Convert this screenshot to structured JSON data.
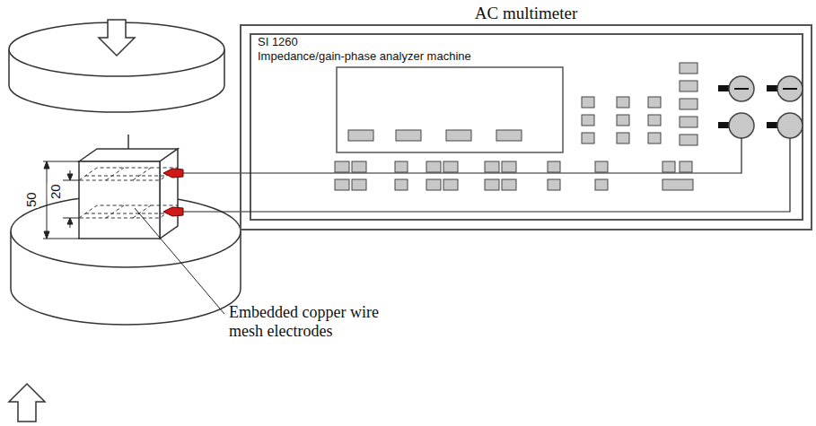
{
  "diagram": {
    "nodes": [
      {
        "text": [
          "AC multimeter",
          "SI 1260",
          "Impedance/gain-phase analyzer machine"
        ]
      }
    ],
    "labels": [
      "50",
      "20",
      "Embedded copper wire mesh electrodes"
    ]
  }
}
